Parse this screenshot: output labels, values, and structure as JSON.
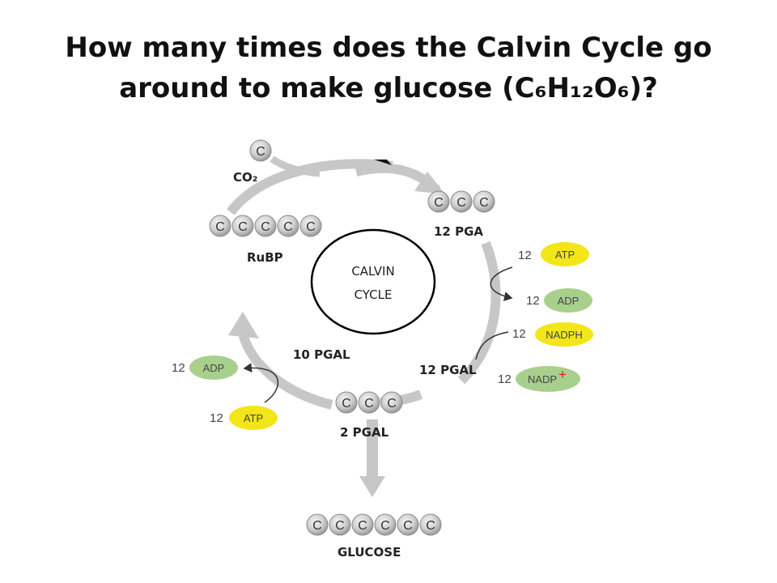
{
  "title": {
    "line1": "How many times does the Calvin Cycle go",
    "line2": "around to make glucose (C₆H₁₂O₆)?"
  },
  "center": {
    "line1": "CALVIN",
    "line2": "CYCLE"
  },
  "carbon_letter": "C",
  "labels": {
    "co2": "CO₂",
    "pga": "12 PGA",
    "rubp": "RuBP",
    "pgal_10": "10 PGAL",
    "pgal_12": "12 PGAL",
    "pgal_2": "2 PGAL",
    "glucose": "GLUCOSE"
  },
  "right_inputs": [
    {
      "count": "12",
      "name": "ATP",
      "color": "#f2e618"
    },
    {
      "count": "12",
      "name": "ADP",
      "color": "#a8d08d"
    },
    {
      "count": "12",
      "name": "NADPH",
      "color": "#f2e618"
    },
    {
      "count": "12",
      "name": "NADP",
      "suffix": "+",
      "color": "#a8d08d"
    }
  ],
  "left_inputs": [
    {
      "count": "12",
      "name": "ADP",
      "color": "#a8d08d"
    },
    {
      "count": "12",
      "name": "ATP",
      "color": "#f2e618"
    }
  ]
}
